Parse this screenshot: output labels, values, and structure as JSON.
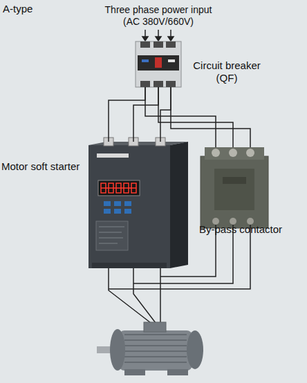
{
  "diagram": {
    "title": "A-type",
    "nodes": [
      {
        "text": [
          "Circuit breaker (QF)"
        ]
      },
      {
        "text": [
          "Motor soft starter"
        ]
      },
      {
        "text": [
          "By-pass contactor"
        ]
      }
    ],
    "edges": [
      {
        "from": 0,
        "to": 1,
        "arrow": "none"
      },
      {
        "from": 0,
        "to": 2,
        "arrow": "none"
      }
    ],
    "labels": [
      "Three phase power input (AC 380V/660V)"
    ]
  }
}
